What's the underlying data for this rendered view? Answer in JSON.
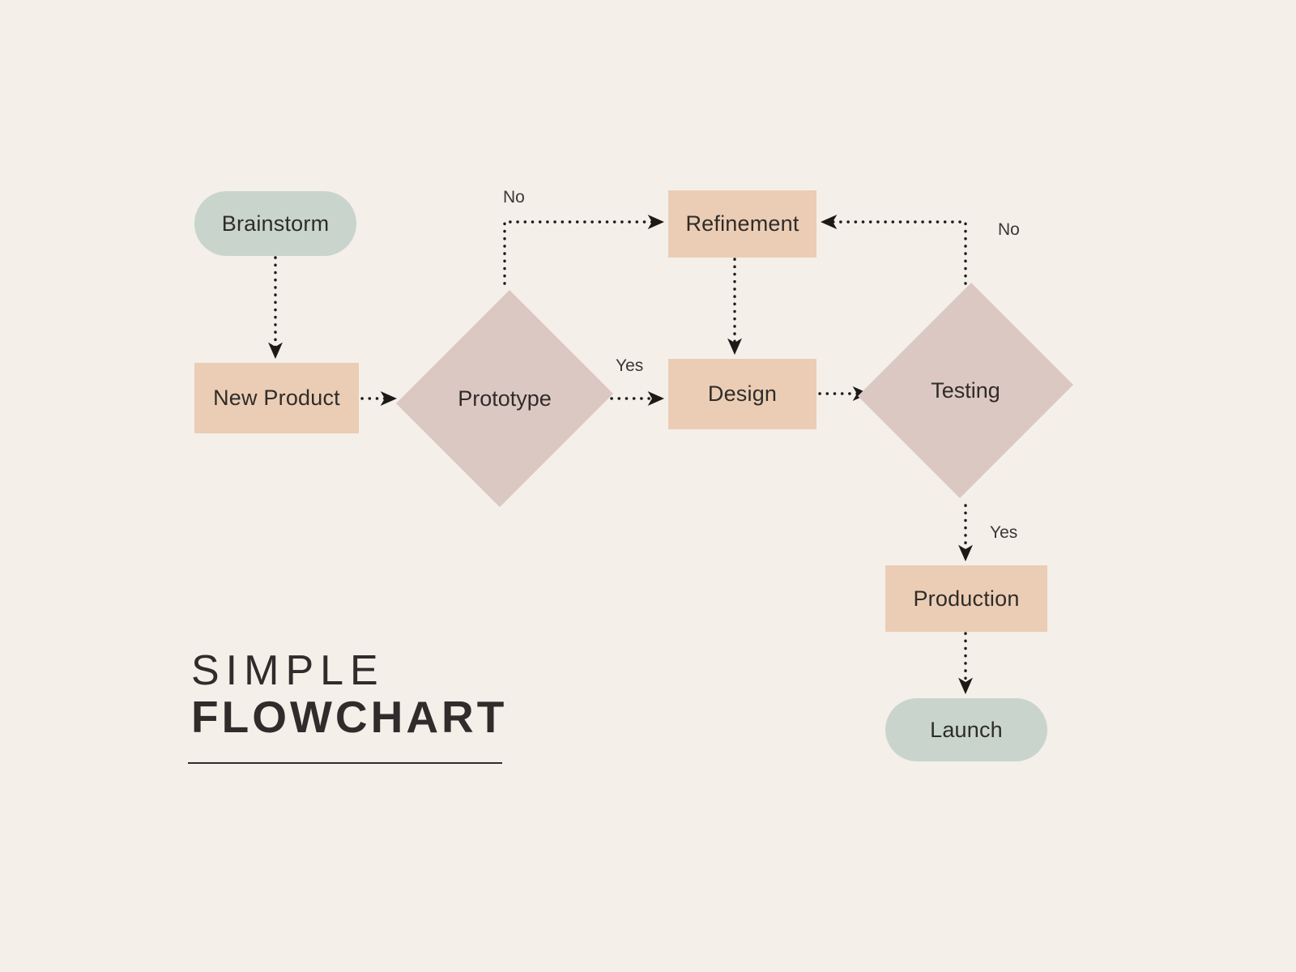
{
  "title": {
    "line1": "SIMPLE",
    "line2": "FLOWCHART"
  },
  "colors": {
    "background": "#f4efe9",
    "terminal": "#c9d5cc",
    "process": "#ebcdb5",
    "decision": "#dcc8c2",
    "text": "#2f2c29",
    "connector": "#1c1917"
  },
  "nodes": {
    "brainstorm": {
      "label": "Brainstorm",
      "shape": "terminal"
    },
    "new_product": {
      "label": "New Product",
      "shape": "process"
    },
    "prototype": {
      "label": "Prototype",
      "shape": "decision"
    },
    "refinement": {
      "label": "Refinement",
      "shape": "process"
    },
    "design": {
      "label": "Design",
      "shape": "process"
    },
    "testing": {
      "label": "Testing",
      "shape": "decision"
    },
    "production": {
      "label": "Production",
      "shape": "process"
    },
    "launch": {
      "label": "Launch",
      "shape": "terminal"
    }
  },
  "edge_labels": {
    "prototype_no": "No",
    "prototype_yes": "Yes",
    "testing_no": "No",
    "testing_yes": "Yes"
  },
  "chart_data": {
    "type": "diagram",
    "title": "SIMPLE FLOWCHART",
    "nodes": [
      {
        "id": "brainstorm",
        "label": "Brainstorm",
        "shape": "terminal",
        "fill": "#c9d5cc"
      },
      {
        "id": "new_product",
        "label": "New Product",
        "shape": "process",
        "fill": "#ebcdb5"
      },
      {
        "id": "prototype",
        "label": "Prototype",
        "shape": "decision",
        "fill": "#dcc8c2"
      },
      {
        "id": "refinement",
        "label": "Refinement",
        "shape": "process",
        "fill": "#ebcdb5"
      },
      {
        "id": "design",
        "label": "Design",
        "shape": "process",
        "fill": "#ebcdb5"
      },
      {
        "id": "testing",
        "label": "Testing",
        "shape": "decision",
        "fill": "#dcc8c2"
      },
      {
        "id": "production",
        "label": "Production",
        "shape": "process",
        "fill": "#ebcdb5"
      },
      {
        "id": "launch",
        "label": "Launch",
        "shape": "terminal",
        "fill": "#c9d5cc"
      }
    ],
    "edges": [
      {
        "from": "brainstorm",
        "to": "new_product",
        "label": ""
      },
      {
        "from": "new_product",
        "to": "prototype",
        "label": ""
      },
      {
        "from": "prototype",
        "to": "refinement",
        "label": "No"
      },
      {
        "from": "prototype",
        "to": "design",
        "label": "Yes"
      },
      {
        "from": "refinement",
        "to": "design",
        "label": ""
      },
      {
        "from": "design",
        "to": "testing",
        "label": ""
      },
      {
        "from": "testing",
        "to": "refinement",
        "label": "No"
      },
      {
        "from": "testing",
        "to": "production",
        "label": "Yes"
      },
      {
        "from": "production",
        "to": "launch",
        "label": ""
      }
    ]
  }
}
